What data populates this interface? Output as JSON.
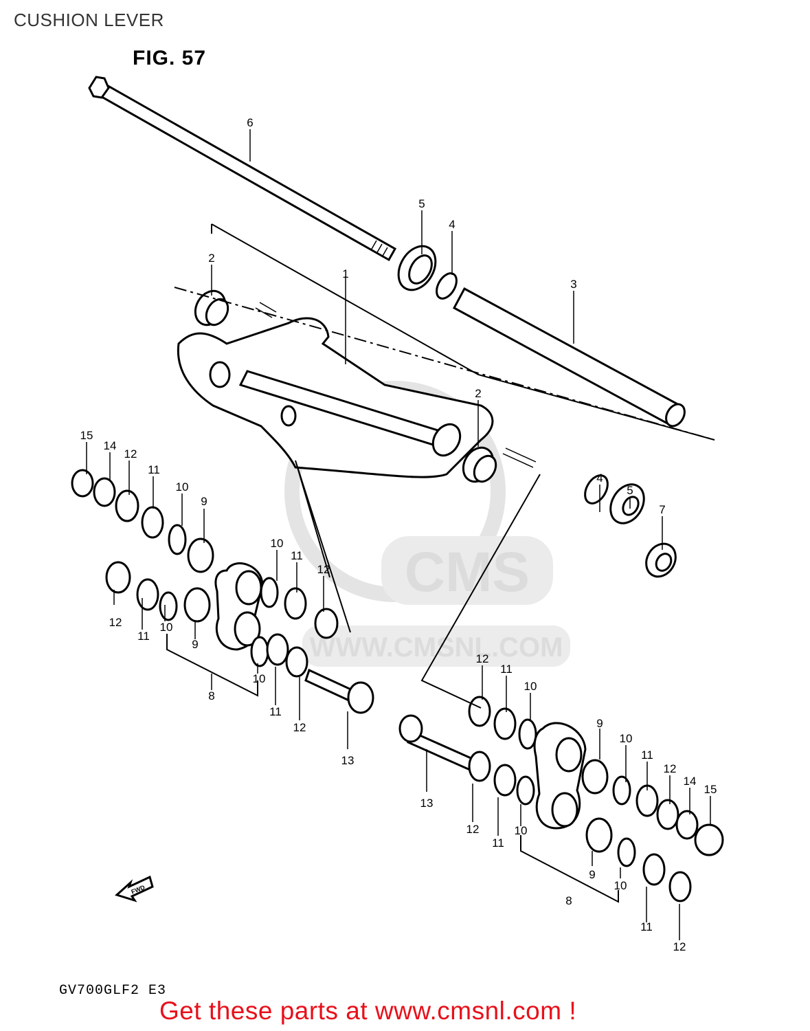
{
  "page": {
    "title": "CUSHION LEVER",
    "figure_label": "FIG. 57",
    "model_code": "GV700GLF2  E3",
    "cta": "Get these parts at www.cmsnl.com !",
    "direction_label": "FWD"
  },
  "watermark": {
    "brand": "CMS",
    "url": "WWW.CMSNL.COM"
  },
  "callouts": [
    "6",
    "5",
    "4",
    "3",
    "2",
    "1",
    "2",
    "4",
    "5",
    "7",
    "15",
    "14",
    "12",
    "11",
    "10",
    "9",
    "12",
    "11",
    "10",
    "9",
    "10",
    "11",
    "12",
    "8",
    "10",
    "11",
    "12",
    "13",
    "12",
    "11",
    "10",
    "9",
    "10",
    "11",
    "12",
    "14",
    "15",
    "13",
    "12",
    "11",
    "10",
    "9",
    "10",
    "8",
    "11",
    "12"
  ],
  "colors": {
    "cta": "#e8101a",
    "ink": "#000000",
    "watermark": "#dcdcdc"
  }
}
